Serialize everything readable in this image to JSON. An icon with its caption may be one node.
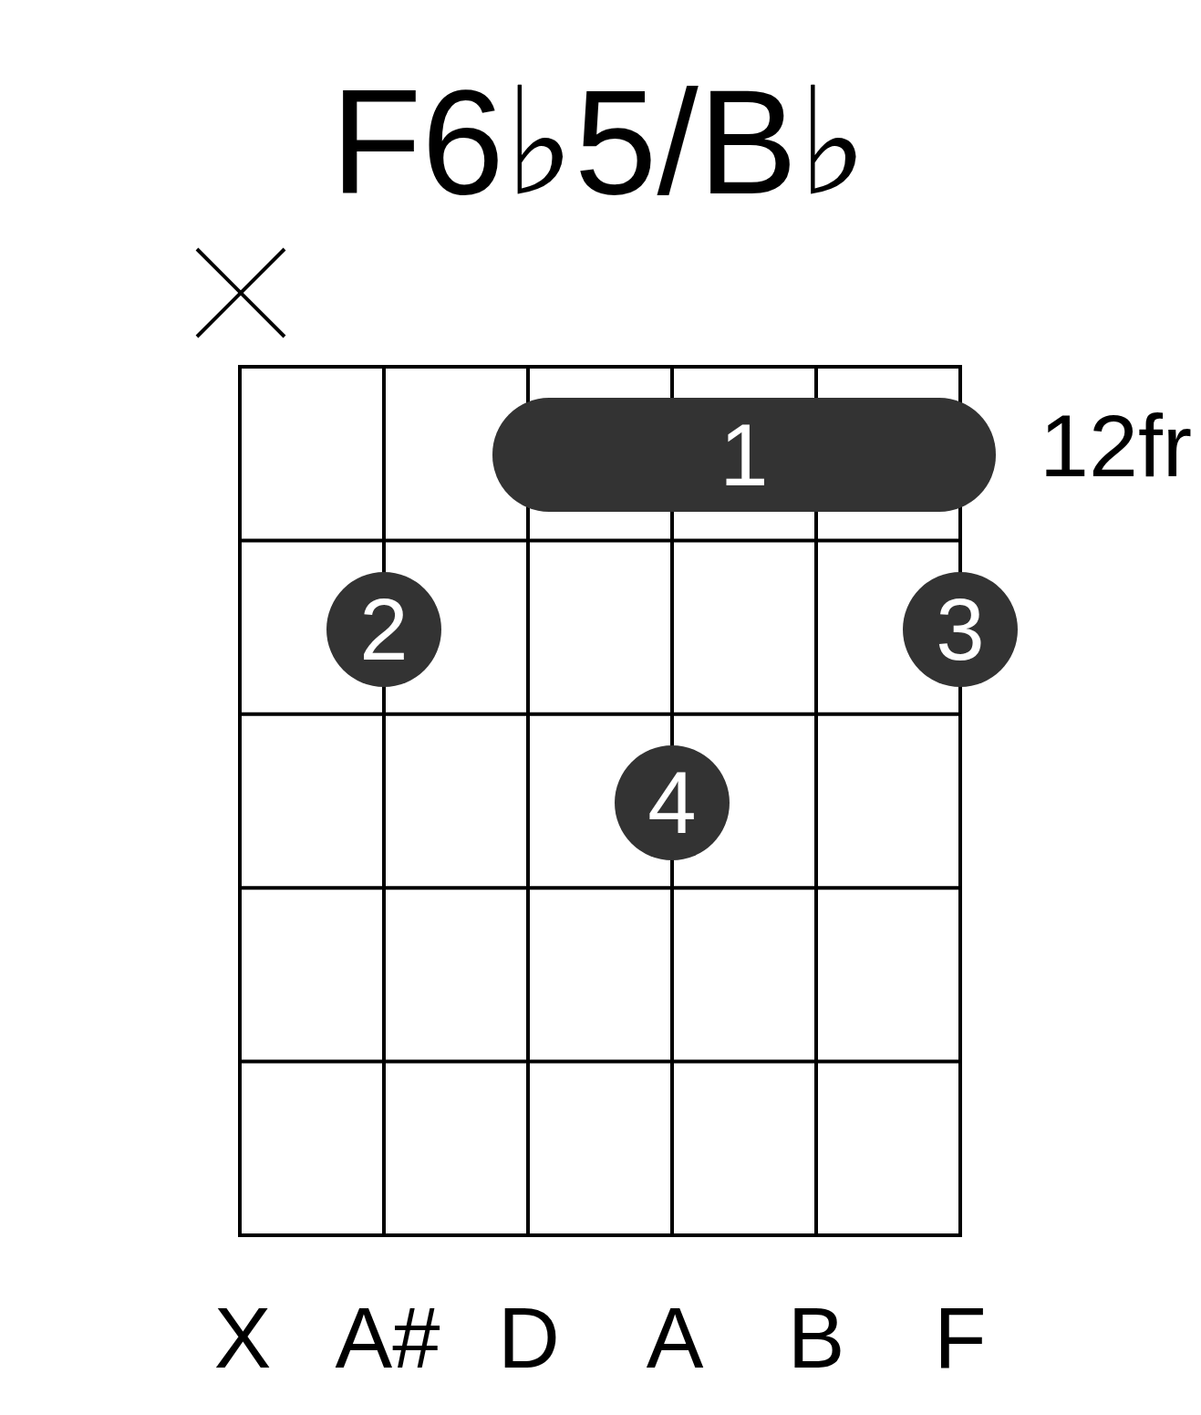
{
  "diagram": {
    "title": "F6♭5/B♭",
    "nodes": [
      {
        "text": [
          "1"
        ]
      },
      {
        "text": [
          "2"
        ]
      },
      {
        "text": [
          "3"
        ]
      },
      {
        "text": [
          "4"
        ]
      }
    ],
    "labels": [
      "12fr",
      "X",
      "A#",
      "D",
      "A",
      "B",
      "F"
    ]
  }
}
